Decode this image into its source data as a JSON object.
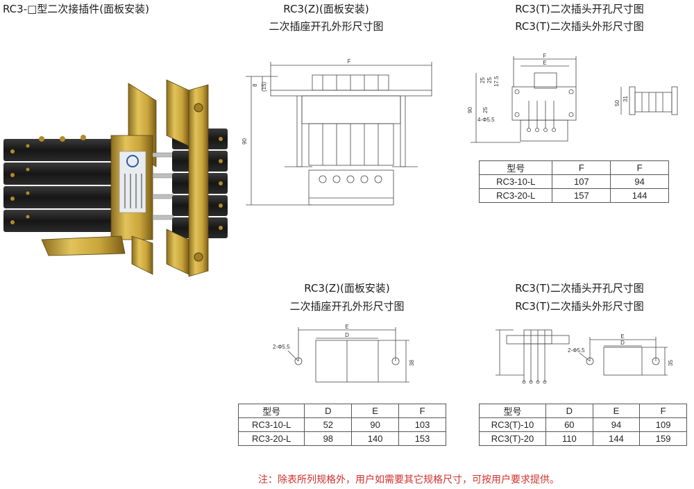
{
  "main_title": "RC3-□型二次接插件(面板安装)",
  "sections": {
    "top_middle": {
      "line1": "RC3(Z)(面板安装)",
      "line2": "二次插座开孔外形尺寸图"
    },
    "top_right": {
      "line1": "RC3(T)二次插头开孔尺寸图",
      "line2": "RC3(T)二次插头外形尺寸图"
    },
    "bottom_middle": {
      "line1": "RC3(Z)(面板安装)",
      "line2": "二次插座开孔外形尺寸图"
    },
    "bottom_right": {
      "line1": "RC3(T)二次插头开孔尺寸图",
      "line2": "RC3(T)二次插头外形尺寸图"
    }
  },
  "drawing_labels": {
    "tm": {
      "F": "F",
      "d8": "8",
      "d15": "(15)",
      "d90": "90"
    },
    "tr": {
      "F": "F",
      "E": "E",
      "d25a": "25",
      "d25b": "25",
      "d175": "17.5",
      "d25c": "25",
      "d90": "90",
      "hole": "4-Φ5.5",
      "d50": "50",
      "d31": "31"
    },
    "bm": {
      "E": "E",
      "D": "D",
      "hole": "2-Φ5.5",
      "d38": "38"
    },
    "br": {
      "E": "E",
      "D": "D",
      "hole": "2-Φ5.5",
      "d35": "35"
    }
  },
  "tables": {
    "top_right": {
      "header": [
        "型号",
        "F",
        "F"
      ],
      "rows": [
        [
          "RC3-10-L",
          "107",
          "94"
        ],
        [
          "RC3-20-L",
          "157",
          "144"
        ]
      ]
    },
    "bottom_middle": {
      "header": [
        "型号",
        "D",
        "E",
        "F"
      ],
      "rows": [
        [
          "RC3-10-L",
          "52",
          "90",
          "103"
        ],
        [
          "RC3-20-L",
          "98",
          "140",
          "153"
        ]
      ]
    },
    "bottom_right": {
      "header": [
        "型号",
        "D",
        "E",
        "F"
      ],
      "rows": [
        [
          "RC3(T)-10",
          "60",
          "94",
          "109"
        ],
        [
          "RC3(T)-20",
          "110",
          "144",
          "159"
        ]
      ]
    }
  },
  "note": "注：除表所列规格外，用户如需要其它规格尺寸，可按用户要求提供。",
  "colors": {
    "red_note": "#d0312d",
    "bracket_gold": "#c9a43a",
    "module_black": "#1b1b1b"
  }
}
